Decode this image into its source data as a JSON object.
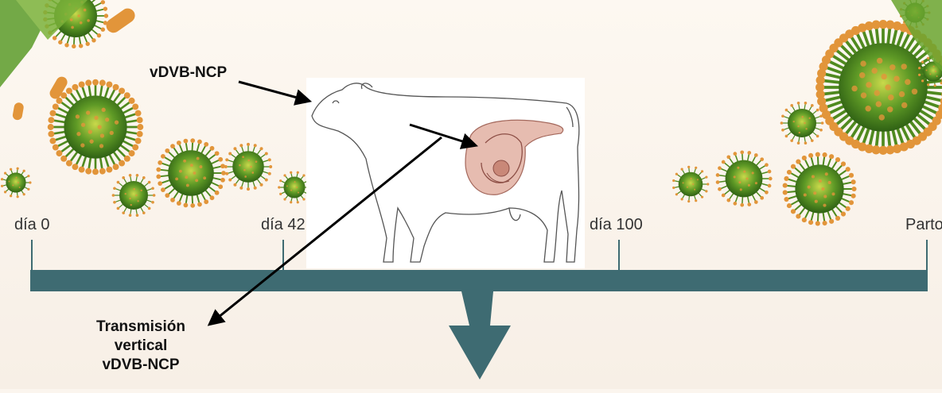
{
  "timeline": {
    "ticks": [
      "día 0",
      "día 42",
      "día 100",
      "Parto"
    ],
    "color": "#3e6b72"
  },
  "labels": {
    "virus_top": "vDVB-NCP",
    "transmission_line1": "Transmisión",
    "transmission_line2": "vertical",
    "transmission_line3": "vDVB-NCP"
  },
  "icons": [
    "virus-icon",
    "cow-icon",
    "fetus-icon",
    "arrow-down-icon"
  ],
  "colors": {
    "background": "#fbf5ee",
    "virus_green": "#4f8a1f",
    "virus_orange": "#e2953a",
    "uterus": "#e6bcb0"
  }
}
